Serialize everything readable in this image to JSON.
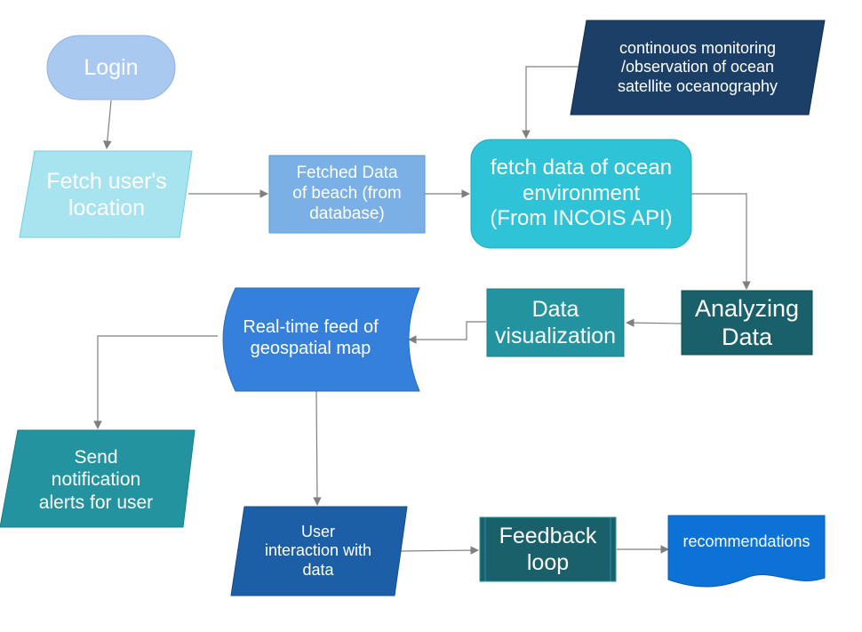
{
  "nodes": {
    "login": {
      "text": "Login",
      "fill": "#aac9f1",
      "text_color": "#ffffff"
    },
    "fetch_location": {
      "text": "Fetch user's\nlocation",
      "fill": "#a8e3f0",
      "text_color": "#ffffff"
    },
    "fetched_beach": {
      "text": "Fetched Data\nof beach (from\ndatabase)",
      "fill": "#7ab0e6",
      "text_color": "#ffffff"
    },
    "fetch_ocean": {
      "text": "fetch data of ocean\nenvironment\n(From INCOIS API)",
      "fill": "#2ec3d6",
      "text_color": "#ffffff"
    },
    "continuous_monitoring": {
      "text": "continouos monitoring\n/observation of ocean\nsatellite oceanography",
      "fill": "#1b3f66",
      "text_color": "#ffffff"
    },
    "analyzing": {
      "text": "Analyzing\nData",
      "fill": "#19606a",
      "text_color": "#ffffff"
    },
    "visualization": {
      "text": "Data\nvisualization",
      "fill": "#23939f",
      "text_color": "#ffffff"
    },
    "realtime_feed": {
      "text": "Real-time feed of\ngeospatial map",
      "fill": "#3480db",
      "text_color": "#ffffff"
    },
    "notification": {
      "text": "Send\nnotification\nalerts for user",
      "fill": "#23939f",
      "text_color": "#ffffff"
    },
    "interaction": {
      "text": "User\ninteraction with\ndata",
      "fill": "#1c5fa6",
      "text_color": "#ffffff"
    },
    "feedback": {
      "text": "Feedback\nloop",
      "fill": "#19606a",
      "text_color": "#ffffff"
    },
    "recommendations": {
      "text": "recommendations",
      "fill": "#0d72d6",
      "text_color": "#ffffff"
    }
  },
  "connector_color": "#7f7f7f"
}
